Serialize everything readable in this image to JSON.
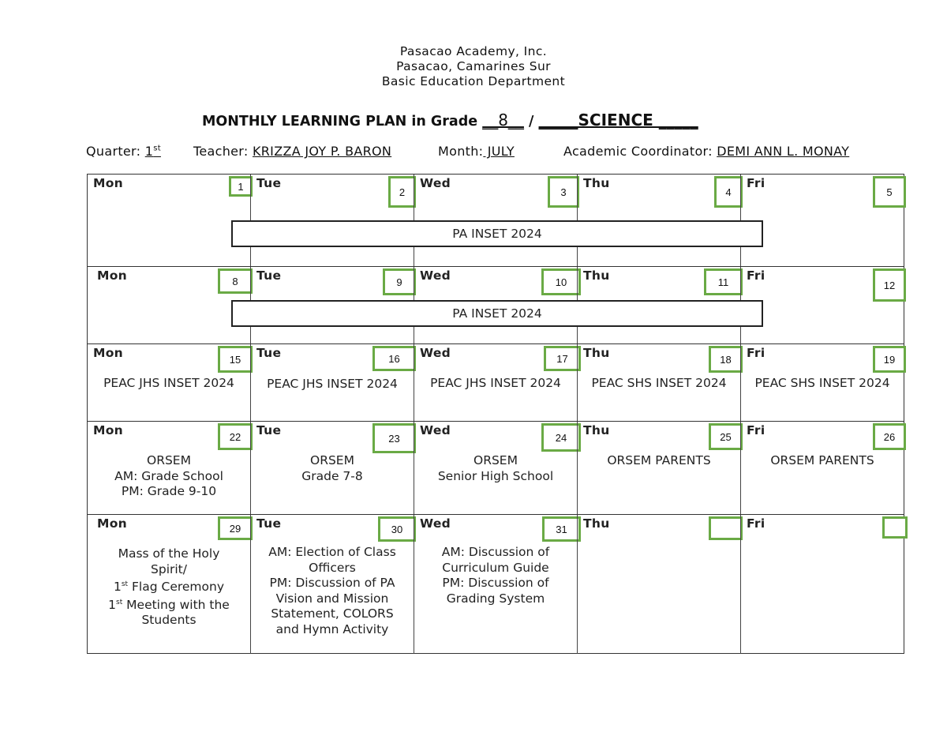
{
  "header": {
    "school": "Pasacao Academy, Inc.",
    "address": "Pasacao, Camarines Sur",
    "department": "Basic Education Department"
  },
  "plan": {
    "title_prefix": "MONTHLY LEARNING PLAN in Grade",
    "grade": "__8__",
    "separator": "/",
    "subject": "_____SCIENCE _____"
  },
  "meta": {
    "quarter_label": "Quarter:",
    "quarter_value": "1",
    "quarter_sup": "st",
    "teacher_label": "Teacher:",
    "teacher_value": "KRIZZA JOY P. BARON",
    "month_label": "Month:",
    "month_value": " JULY",
    "coordinator_label": "Academic Coordinator:",
    "coordinator_value": "DEMI ANN L. MONAY"
  },
  "days": [
    "Mon",
    "Tue",
    "Wed",
    "Thu",
    "Fri"
  ],
  "weeks": [
    {
      "dates": [
        "1",
        "2",
        "3",
        "4",
        "5"
      ],
      "banner": "PA INSET 2024"
    },
    {
      "dates": [
        "8",
        "9",
        "10",
        "11",
        "12"
      ],
      "banner": "PA INSET 2024"
    },
    {
      "dates": [
        "15",
        "16",
        "17",
        "18",
        "19"
      ],
      "activities": [
        "PEAC JHS INSET 2024",
        "PEAC JHS INSET 2024",
        "PEAC JHS INSET 2024",
        "PEAC SHS INSET 2024",
        "PEAC SHS INSET 2024"
      ]
    },
    {
      "dates": [
        "22",
        "23",
        "24",
        "25",
        "26"
      ],
      "activities": [
        [
          "ORSEM",
          "AM: Grade School",
          "PM: Grade 9-10"
        ],
        [
          "ORSEM",
          "Grade 7-8"
        ],
        [
          "ORSEM",
          "Senior High School"
        ],
        [
          "ORSEM PARENTS"
        ],
        [
          "ORSEM PARENTS"
        ]
      ]
    },
    {
      "dates": [
        "29",
        "30",
        "31",
        "",
        ""
      ],
      "mon": {
        "l1": "Mass of the Holy",
        "l2": "Spirit/",
        "l3_num": "1",
        "l3_sup": "st",
        "l3_text": " Flag Ceremony",
        "l4_num": "1",
        "l4_sup": "st",
        "l4_text": " Meeting with the",
        "l5": "Students"
      },
      "tue": [
        "AM: Election of Class",
        "Officers",
        "PM: Discussion of PA",
        "Vision and Mission",
        "Statement, COLORS",
        "and Hymn Activity"
      ],
      "wed": [
        "AM: Discussion of",
        "Curriculum Guide",
        "PM: Discussion of",
        "Grading System"
      ]
    }
  ],
  "colors": {
    "date_box_border": "#6aaa45",
    "grid": "#333333"
  }
}
